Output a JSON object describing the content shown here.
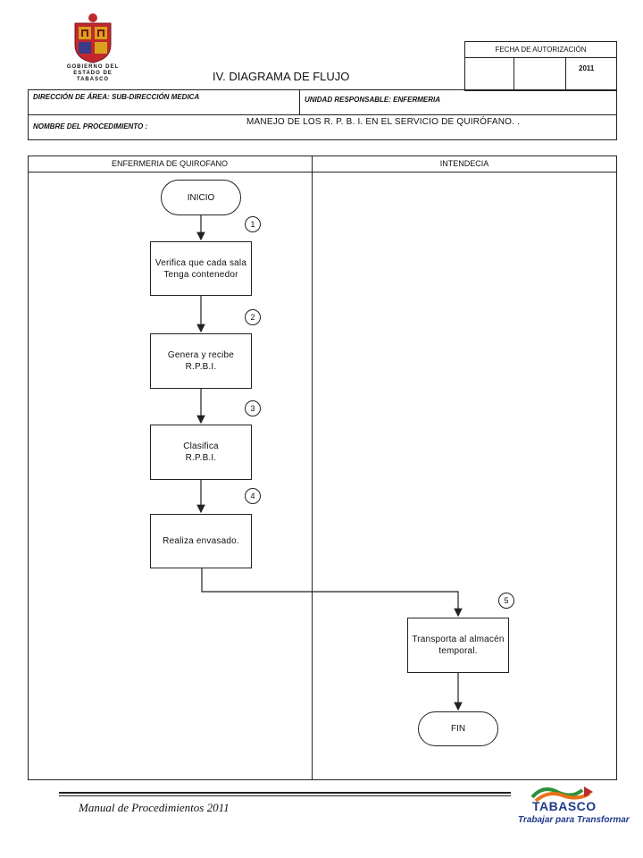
{
  "header": {
    "logo_text": [
      "GOBIERNO DEL",
      "ESTADO DE",
      "TABASCO"
    ],
    "title": "IV. DIAGRAMA  DE FLUJO",
    "fecha_label": "FECHA DE AUTORIZACIÓN",
    "year": "2011",
    "direccion": "DIRECCIÓN DE ÁREA: SUB-DIRECCIÓN MEDICA",
    "unidad": "UNIDAD RESPONSABLE: ENFERMERIA",
    "nombre_label": "NOMBRE DEL PROCEDIMIENTO :",
    "nombre_value": "MANEJO DE LOS R. P. B. I. EN EL SERVICIO DE QUIRÓFANO. ."
  },
  "lanes": {
    "left": "ENFERMERIA DE QUIROFANO",
    "right": "INTENDECIA"
  },
  "flow": {
    "start": "INICIO",
    "steps": [
      {
        "num": "1",
        "text": "Verifica que cada sala\nTenga contenedor"
      },
      {
        "num": "2",
        "text": "Genera y recibe\nR.P.B.I."
      },
      {
        "num": "3",
        "text": "Clasifica\nR.P.B.I."
      },
      {
        "num": "4",
        "text": "Realiza envasado."
      },
      {
        "num": "5",
        "text": "Transporta al almacén\ntemporal."
      }
    ],
    "end": "FIN"
  },
  "footer": {
    "manual": "Manual de Procedimientos 2011",
    "brand": "TABASCO",
    "slogan": "Trabajar para Transformar"
  },
  "colors": {
    "line": "#222222",
    "seal_red": "#c0282d",
    "seal_gold": "#d9a21b",
    "brand_blue": "#1e3a8a",
    "brand_orange": "#e8731a",
    "brand_green": "#2f8f3a"
  }
}
